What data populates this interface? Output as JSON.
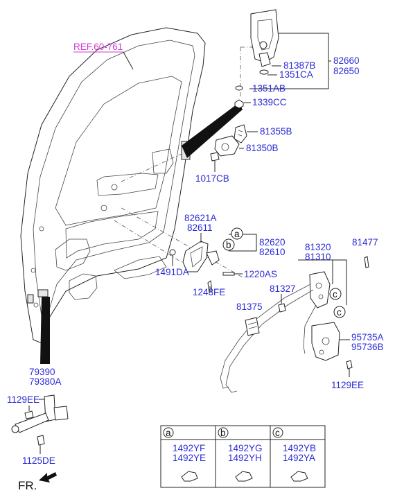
{
  "reference": "REF.60-761",
  "front_marker": "FR.",
  "callouts": {
    "c82660": "82660",
    "c82650": "82650",
    "c81387B": "81387B",
    "c1351CA": "1351CA",
    "c1351AB": "1351AB",
    "c1339CC": "1339CC",
    "c81355B": "81355B",
    "c81350B": "81350B",
    "c1017CB": "1017CB",
    "c82621A": "82621A",
    "c82611": "82611",
    "c82620": "82620",
    "c82610": "82610",
    "c1491DA": "1491DA",
    "c1220AS": "1220AS",
    "c1243FE": "1243FE",
    "c81320": "81320",
    "c81310": "81310",
    "c81477": "81477",
    "c81327": "81327",
    "c81375": "81375",
    "c95735A": "95735A",
    "c95736B": "95736B",
    "c1129EE_right": "1129EE",
    "c79390": "79390",
    "c79380A": "79380A",
    "c1129EE_left": "1129EE",
    "c1125DE": "1125DE"
  },
  "circle_markers": {
    "a_top": "a",
    "b_mid": "b",
    "c_one": "c",
    "c_two": "c"
  },
  "legend_table": {
    "columns": [
      {
        "marker": "a",
        "parts": [
          "1492YF",
          "1492YE"
        ]
      },
      {
        "marker": "b",
        "parts": [
          "1492YG",
          "1492YH"
        ]
      },
      {
        "marker": "c",
        "parts": [
          "1492YB",
          "1492YA"
        ]
      }
    ]
  }
}
